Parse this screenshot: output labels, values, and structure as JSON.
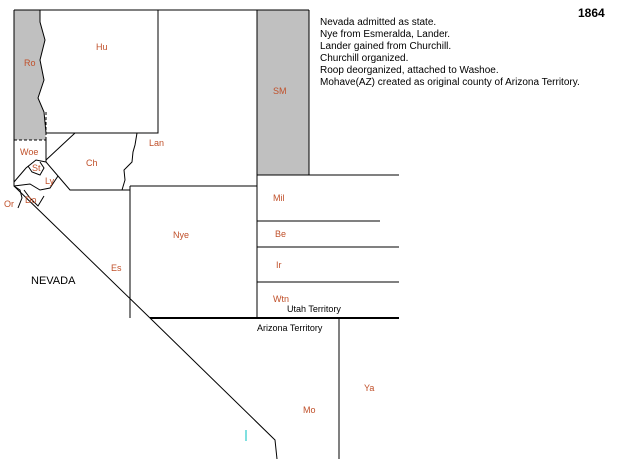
{
  "year": "1864",
  "notes": [
    "Nevada admitted as state.",
    "Nye from Esmeralda, Lander.",
    "Lander gained from Churchill.",
    "Churchill organized.",
    "Roop deorganized, attached to Washoe.",
    "Mohave(AZ) created as original county of Arizona Territory."
  ],
  "regions": {
    "nevada": "NEVADA",
    "utah": "Utah Territory",
    "arizona": "Arizona Territory"
  },
  "counties": {
    "ro": "Ro",
    "hu": "Hu",
    "sm": "SM",
    "lan": "Lan",
    "woe": "Woe",
    "st": "St",
    "ch": "Ch",
    "ly": "Ly",
    "do": "Do",
    "or": "Or",
    "nye": "Nye",
    "es": "Es",
    "mil": "Mil",
    "be": "Be",
    "ir": "Ir",
    "wtn": "Wtn",
    "mo": "Mo",
    "ya": "Ya"
  },
  "colors": {
    "shaded": "#c0c0c0",
    "label": "#c0502a",
    "border": "#000000"
  }
}
